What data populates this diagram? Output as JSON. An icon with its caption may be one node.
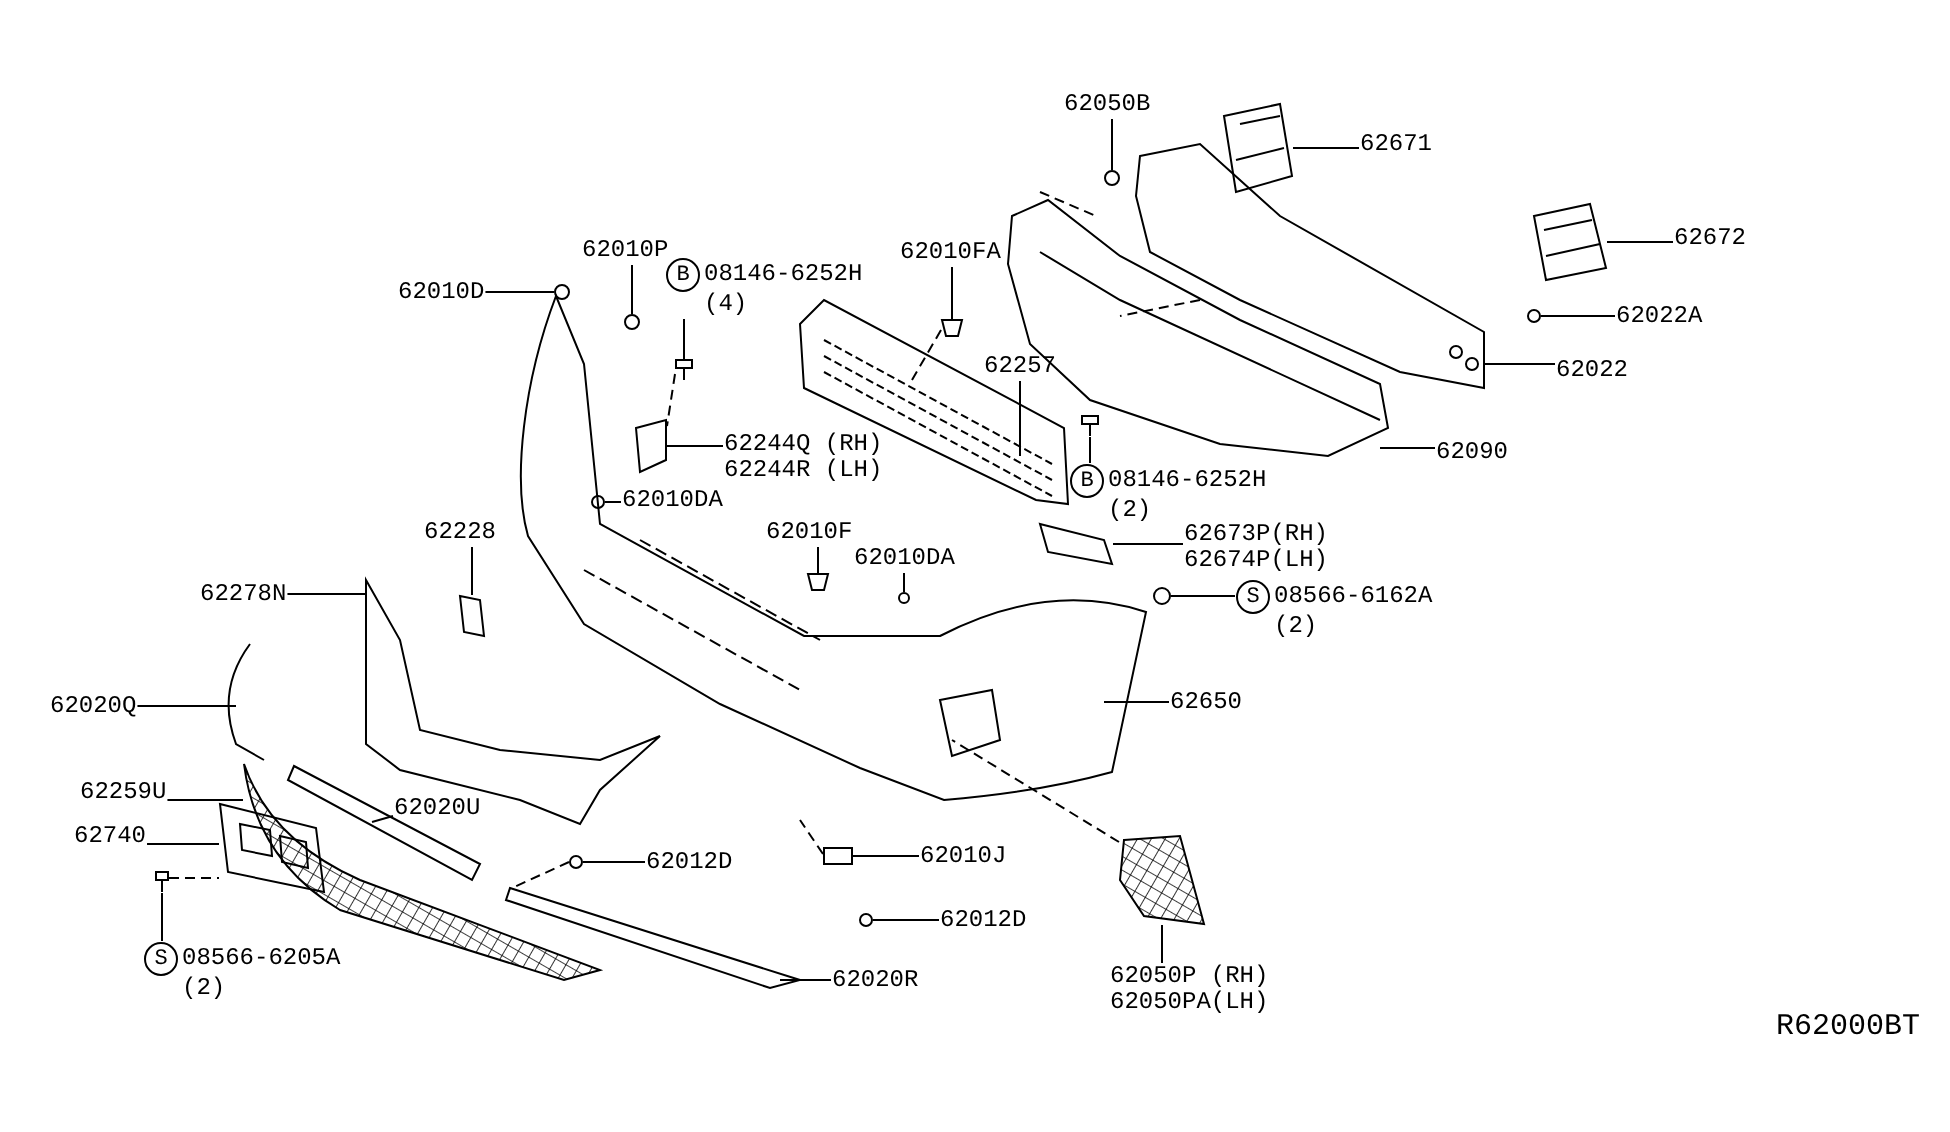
{
  "diagram": {
    "nodes": [
      {
        "text": [
          "62010D"
        ]
      },
      {
        "text": [
          "62010P"
        ]
      },
      {
        "text": [
          "B",
          "08146-6252H",
          "(4)"
        ]
      },
      {
        "text": [
          "62010FA"
        ]
      },
      {
        "text": [
          "62050B"
        ]
      },
      {
        "text": [
          "62671"
        ]
      },
      {
        "text": [
          "62672"
        ]
      },
      {
        "text": [
          "62022A"
        ]
      },
      {
        "text": [
          "62022"
        ]
      },
      {
        "text": [
          "62257"
        ]
      },
      {
        "text": [
          "62244Q (RH)",
          "62244R (LH)"
        ]
      },
      {
        "text": [
          "62090"
        ]
      },
      {
        "text": [
          "B",
          "08146-6252H",
          "(2)"
        ]
      },
      {
        "text": [
          "62010DA"
        ]
      },
      {
        "text": [
          "62228"
        ]
      },
      {
        "text": [
          "62010F"
        ]
      },
      {
        "text": [
          "62010DA"
        ]
      },
      {
        "text": [
          "62673P(RH)",
          "62674P(LH)"
        ]
      },
      {
        "text": [
          "62278N"
        ]
      },
      {
        "text": [
          "S",
          "08566-6162A",
          "(2)"
        ]
      },
      {
        "text": [
          "62020Q"
        ]
      },
      {
        "text": [
          "62650"
        ]
      },
      {
        "text": [
          "62259U"
        ]
      },
      {
        "text": [
          "62020U"
        ]
      },
      {
        "text": [
          "62740"
        ]
      },
      {
        "text": [
          "62012D"
        ]
      },
      {
        "text": [
          "62010J"
        ]
      },
      {
        "text": [
          "62012D"
        ]
      },
      {
        "text": [
          "S",
          "08566-6205A",
          "(2)"
        ]
      },
      {
        "text": [
          "62020R"
        ]
      },
      {
        "text": [
          "62050P (RH)",
          "62050PA(LH)"
        ]
      },
      {
        "text": [],
        "shape": "circle"
      },
      {
        "text": [],
        "shape": "circle"
      },
      {
        "text": [],
        "shape": "picture"
      },
      {
        "text": [],
        "shape": "picture"
      },
      {
        "text": [],
        "shape": "circle"
      },
      {
        "text": [],
        "shape": "picture"
      },
      {
        "text": [],
        "shape": "picture"
      },
      {
        "text": [],
        "shape": "circle"
      },
      {
        "text": [],
        "shape": "picture"
      },
      {
        "text": [],
        "shape": "picture"
      },
      {
        "text": [],
        "shape": "picture"
      },
      {
        "text": [],
        "shape": "circle"
      },
      {
        "text": [],
        "shape": "picture"
      },
      {
        "text": [],
        "shape": "picture"
      },
      {
        "text": [],
        "shape": "circle"
      },
      {
        "text": [],
        "shape": "picture"
      },
      {
        "text": [],
        "shape": "circle"
      },
      {
        "text": [],
        "shape": "picture"
      },
      {
        "text": [],
        "shape": "circle"
      },
      {
        "text": [],
        "shape": "box"
      },
      {
        "text": [],
        "shape": "circle"
      },
      {
        "text": [],
        "shape": "picture"
      },
      {
        "text": [],
        "shape": "picture"
      },
      {
        "text": [],
        "shape": "picture"
      }
    ],
    "edges": [
      {
        "from": 0,
        "to": 31,
        "arrow": "none"
      },
      {
        "from": 1,
        "to": 32,
        "arrow": "none"
      },
      {
        "from": 2,
        "to": 33,
        "arrow": "none"
      },
      {
        "from": 3,
        "to": 34,
        "arrow": "none"
      },
      {
        "from": 4,
        "to": 35,
        "arrow": "none"
      },
      {
        "from": 5,
        "to": 36,
        "arrow": "none"
      },
      {
        "from": 6,
        "to": 37,
        "arrow": "none"
      },
      {
        "from": 7,
        "to": 38,
        "arrow": "none"
      },
      {
        "from": 8,
        "to": 39,
        "arrow": "none"
      },
      {
        "from": 9,
        "to": null,
        "arrow": "none"
      },
      {
        "from": 10,
        "to": 40,
        "arrow": "none"
      },
      {
        "from": 11,
        "to": null,
        "arrow": "none"
      },
      {
        "from": 12,
        "to": 41,
        "arrow": "none"
      },
      {
        "from": 13,
        "to": 42,
        "arrow": "none"
      },
      {
        "from": 14,
        "to": 43,
        "arrow": "none"
      },
      {
        "from": 15,
        "to": 44,
        "arrow": "none"
      },
      {
        "from": 16,
        "to": 45,
        "arrow": "none"
      },
      {
        "from": 17,
        "to": 46,
        "arrow": "none"
      },
      {
        "from": 18,
        "to": null,
        "arrow": "none"
      },
      {
        "from": 19,
        "to": 47,
        "arrow": "none"
      },
      {
        "from": 20,
        "to": null,
        "arrow": "none"
      },
      {
        "from": 21,
        "to": null,
        "arrow": "none"
      },
      {
        "from": 22,
        "to": 54,
        "arrow": "none"
      },
      {
        "from": 23,
        "to": null,
        "arrow": "none"
      },
      {
        "from": 24,
        "to": 48,
        "arrow": "none"
      },
      {
        "from": 25,
        "to": 49,
        "arrow": "none"
      },
      {
        "from": 26,
        "to": 50,
        "arrow": "none"
      },
      {
        "from": 27,
        "to": 51,
        "arrow": "none"
      },
      {
        "from": 28,
        "to": 52,
        "arrow": "none"
      },
      {
        "from": 29,
        "to": null,
        "arrow": "none"
      },
      {
        "from": 30,
        "to": 53,
        "arrow": "none"
      },
      {
        "from": 33,
        "to": 40,
        "arrow": "none",
        "style": "dashed"
      },
      {
        "from": 52,
        "to": 48,
        "arrow": "none",
        "style": "dashed"
      },
      {
        "from": 34,
        "to": null,
        "arrow": "none",
        "style": "dashed"
      },
      {
        "from": 49,
        "to": null,
        "arrow": "none",
        "style": "dashed"
      },
      {
        "from": 50,
        "to": null,
        "arrow": "none",
        "style": "dashed"
      },
      {
        "from": 53,
        "to": null,
        "arrow": "none",
        "style": "dashed"
      }
    ],
    "labels": [
      "R62000BT"
    ]
  }
}
